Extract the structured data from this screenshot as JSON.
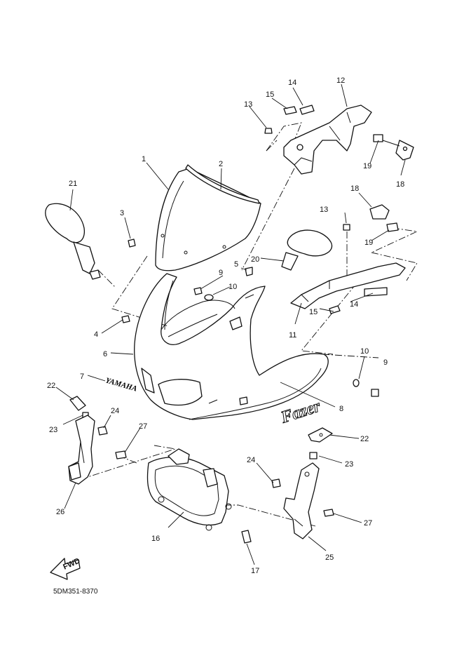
{
  "diagram_code": "5DM351-8370",
  "fwd_label": "FWD",
  "emblems": {
    "yamaha": "YAMAHA",
    "fazer": "Fazer"
  },
  "callouts": [
    "1",
    "2",
    "3",
    "4",
    "5",
    "6",
    "7",
    "8",
    "9",
    "10",
    "11",
    "12",
    "13",
    "14",
    "15",
    "16",
    "17",
    "18",
    "19",
    "20",
    "21",
    "22",
    "23",
    "24",
    "25",
    "26",
    "27"
  ]
}
